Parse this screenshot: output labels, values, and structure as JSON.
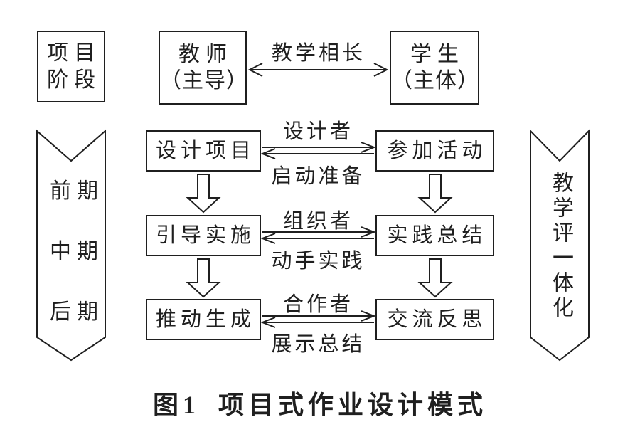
{
  "figure": {
    "caption_prefix": "图1",
    "caption_title": "项目式作业设计模式"
  },
  "top_section": {
    "stage_box": {
      "line1": "项目",
      "line2": "阶段"
    },
    "teacher_box": {
      "line1": "教师",
      "line2": "（主导）"
    },
    "arrow_label": "教学相长",
    "student_box": {
      "line1": "学生",
      "line2": "（主体）"
    }
  },
  "left_banner": {
    "items": [
      "前期",
      "中期",
      "后期"
    ]
  },
  "right_banner": {
    "text": "教学评一体化"
  },
  "flow_rows": [
    {
      "left_box": "设计项目",
      "arrow_label_top": "设计者",
      "arrow_label_bottom": "启动准备",
      "right_box": "参加活动"
    },
    {
      "left_box": "引导实施",
      "arrow_label_top": "组织者",
      "arrow_label_bottom": "动手实践",
      "right_box": "实践总结"
    },
    {
      "left_box": "推动生成",
      "arrow_label_top": "合作者",
      "arrow_label_bottom": "展示总结",
      "right_box": "交流反思"
    }
  ],
  "colors": {
    "line": "#1f1f1f",
    "text": "#1f1f1f",
    "background": "#ffffff"
  }
}
